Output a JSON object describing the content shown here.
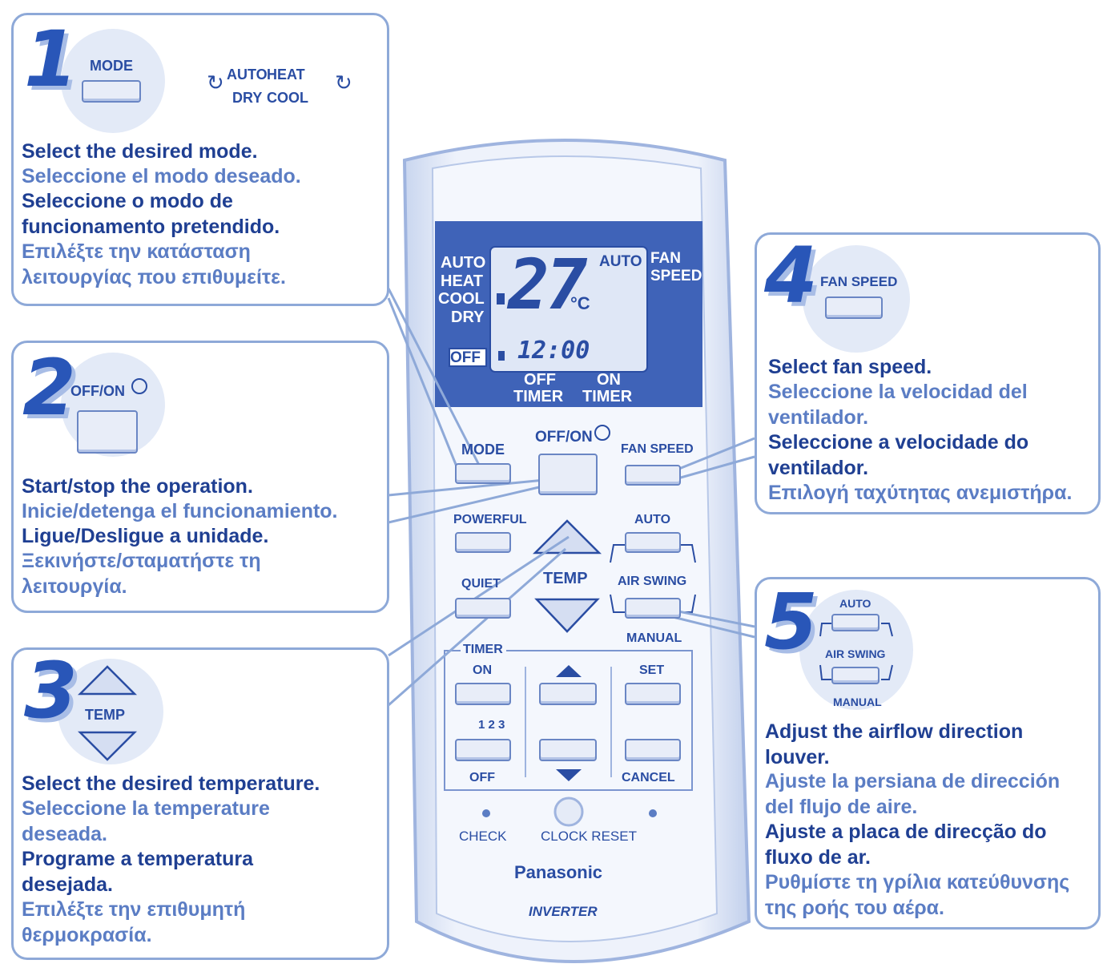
{
  "panels": {
    "mode": {
      "number": "1",
      "button_label": "MODE",
      "cycle": [
        "AUTO",
        "HEAT",
        "DRY",
        "COOL"
      ],
      "en": "Select the desired mode.",
      "es": "Seleccione el modo deseado.",
      "pt": "Seleccione o modo de funcionamento pretendido.",
      "el": "Επιλέξτε την κατάσταση λειτουργίας που επιθυμείτε."
    },
    "power": {
      "number": "2",
      "button_label": "OFF/ON",
      "en": "Start/stop the operation.",
      "es": "Inicie/detenga el funcionamiento.",
      "pt": "Ligue/Desligue a unidade.",
      "el": "Ξεκινήστε/σταματήστε τη λειτουργία."
    },
    "temp": {
      "number": "3",
      "button_label": "TEMP",
      "en": "Select the desired temperature.",
      "es": "Seleccione la temperature deseada.",
      "pt": "Programe a temperatura desejada.",
      "el": "Επιλέξτε την επιθυμητή θερμοκρασία."
    },
    "fan": {
      "number": "4",
      "button_label": "FAN SPEED",
      "en": "Select fan speed.",
      "es": "Seleccione la velocidad del ventilador.",
      "pt": "Seleccione a velocidade do ventilador.",
      "el": "Επιλογή ταχύτητας ανεμιστήρα."
    },
    "swing": {
      "number": "5",
      "auto_label": "AUTO",
      "swing_label": "AIR SWING",
      "manual_label": "MANUAL",
      "en": "Adjust the airflow direction louver.",
      "es": "Ajuste la persiana de dirección del flujo de aire.",
      "pt": "Ajuste a placa de direcção do fluxo de ar.",
      "el": "Ρυθμίστε τη γρίλια κατεύθυνσης της ροής του αέρα."
    }
  },
  "remote": {
    "display": {
      "modes": [
        "AUTO",
        "HEAT",
        "COOL",
        "DRY"
      ],
      "off": "OFF",
      "temperature": "27",
      "unit": "°C",
      "fan_auto": "AUTO",
      "fan_label_1": "FAN",
      "fan_label_2": "SPEED",
      "clock": "12:00",
      "off_timer_1": "OFF",
      "off_timer_2": "TIMER",
      "on_timer_1": "ON",
      "on_timer_2": "TIMER"
    },
    "buttons": {
      "mode": "MODE",
      "power": "OFF/ON",
      "fan_speed": "FAN SPEED",
      "powerful": "POWERFUL",
      "auto": "AUTO",
      "quiet": "QUIET",
      "temp": "TEMP",
      "air_swing": "AIR SWING",
      "manual": "MANUAL",
      "timer": "TIMER",
      "timer_on": "ON",
      "set": "SET",
      "timer_nums": "1 2 3",
      "timer_off": "OFF",
      "cancel": "CANCEL",
      "check": "CHECK",
      "clock_reset": "CLOCK RESET"
    },
    "brand": "Panasonic",
    "sub_brand": "INVERTER"
  },
  "colors": {
    "primary": "#1f3f92",
    "secondary": "#5b7dc4",
    "panel_border": "#8ea9d8",
    "lcd_frame": "#3f63b8"
  }
}
